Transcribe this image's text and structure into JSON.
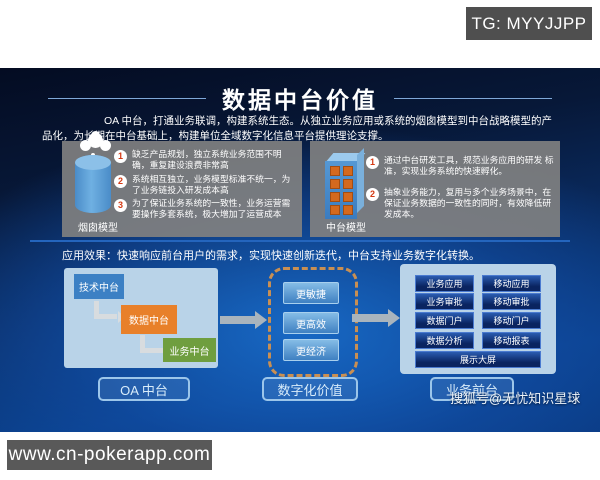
{
  "overlay": {
    "tg_badge": "TG: MYYJJPP",
    "souhu_watermark": "搜狐号@无忧知识星球",
    "site_banner": "www.cn-pokerapp.com"
  },
  "slide": {
    "title": "数据中台价值",
    "intro": "OA 中台，打通业务联调，构建系统生态。从独立业务应用或系统的烟囱模型到中台战略模型的产品化，为长期在中台基础上，构建单位全域数字化信息平台提供理论支撑。",
    "chimney": {
      "label": "烟囱模型",
      "points": [
        {
          "num": "1",
          "text": "缺乏产品规划，独立系统业务范围不明确，重复建设浪费非常高"
        },
        {
          "num": "2",
          "text": "系统相互独立，业务模型标准不统一，为了业务链投入研发成本高"
        },
        {
          "num": "3",
          "text": "为了保证业务系统的一致性，业务运营需要操作多套系统，极大增加了运营成本"
        }
      ]
    },
    "middleplatform": {
      "label": "中台模型",
      "points": [
        {
          "num": "1",
          "text": "通过中台研发工具，规范业务应用的研发 标准，实现业务系统的快速孵化。"
        },
        {
          "num": "2",
          "text": "抽象业务能力，复用与多个业务场景中，在保证业务数据的一致性的同时，有效降低研发成本。"
        }
      ]
    },
    "effect": "应用效果：快速响应前台用户的需求，实现快速创新迭代，中台支持业务数字化转换。",
    "flow": {
      "oa": {
        "tech": "技术中台",
        "data": "数据中台",
        "biz": "业务中台",
        "caption": "OA 中台"
      },
      "value": {
        "items": [
          "更敏捷",
          "更高效",
          "更经济"
        ],
        "caption": "数字化价值"
      },
      "front": {
        "col_left": [
          "业务应用",
          "业务审批",
          "数据门户",
          "数据分析"
        ],
        "col_right": [
          "移动应用",
          "移动审批",
          "移动门户",
          "移动报表"
        ],
        "wide": "展示大屏",
        "caption": "业务前台"
      }
    },
    "colors": {
      "tech_box": "#3c80c4",
      "data_box": "#e8802a",
      "biz_box": "#6f9e3f",
      "dashed_border": "#c98f52",
      "panel_light_blue": "#b9d3e8",
      "front_button_dark": "#0a2460",
      "gray_panel": "#808080",
      "slide_blue": "#0a3f8a"
    }
  }
}
